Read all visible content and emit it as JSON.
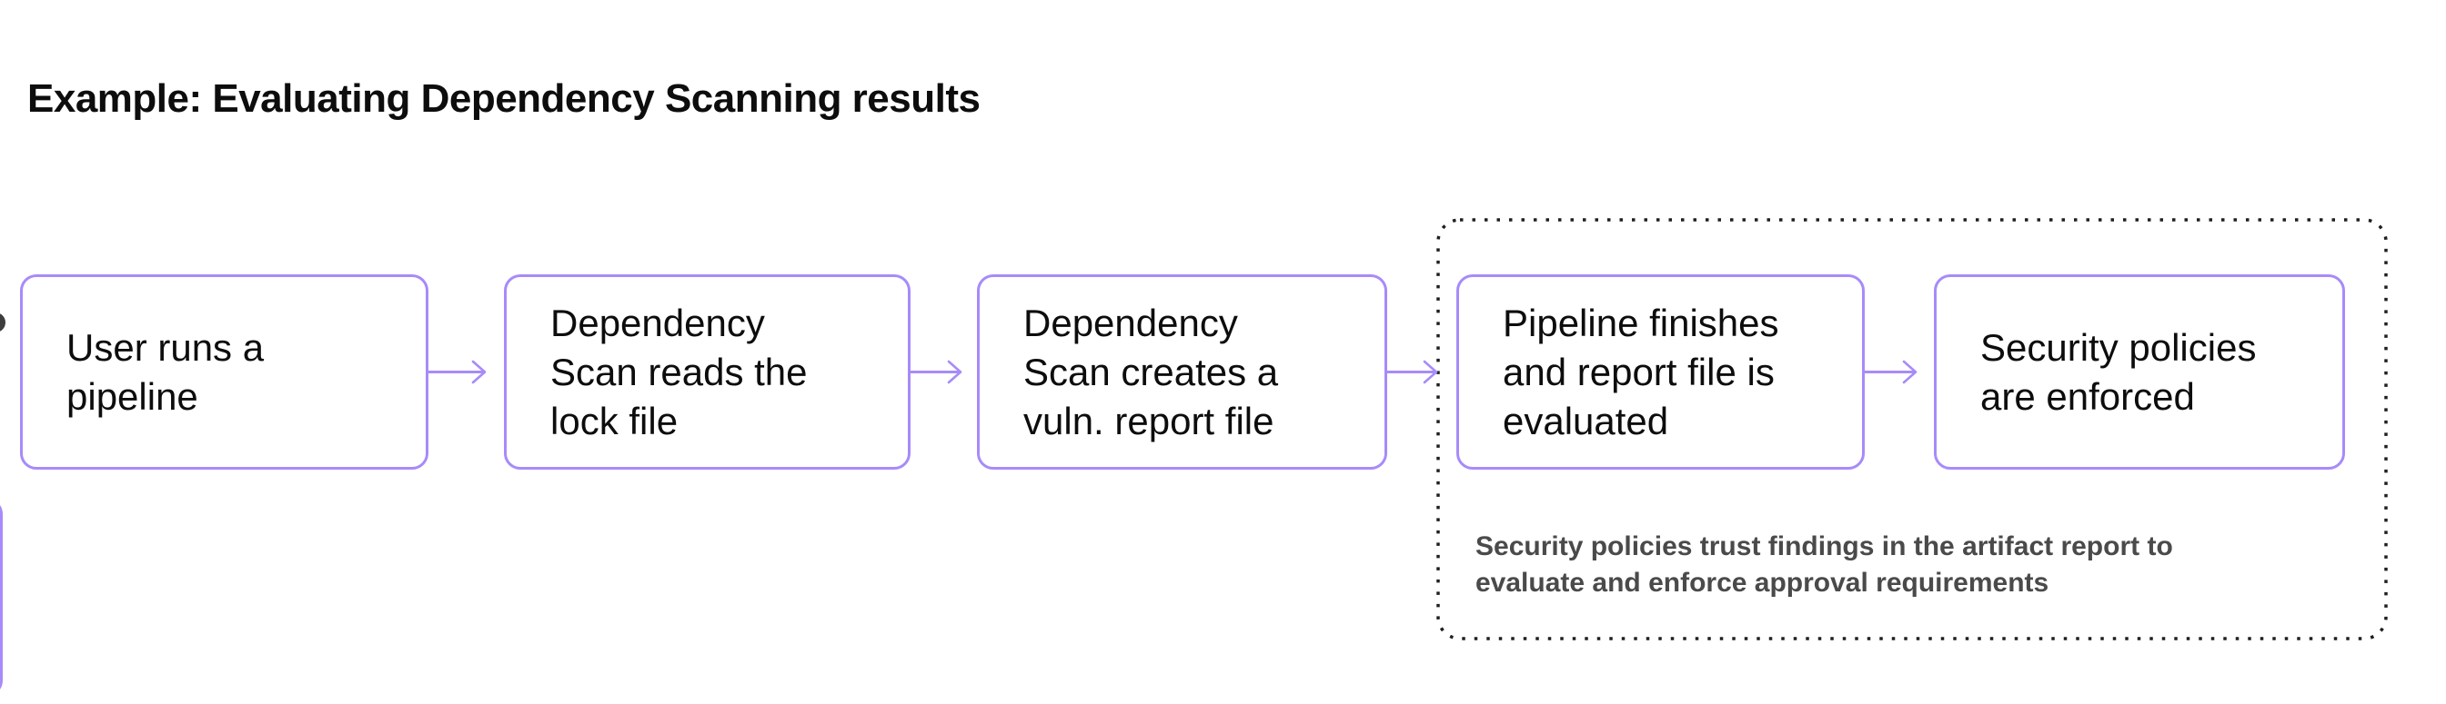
{
  "title": "Example: Evaluating Dependency Scanning results",
  "colors": {
    "background": "#ffffff",
    "accent": "#A78BFA",
    "text": "#0d0d0d",
    "caption": "#4a4a4a",
    "group_border": "#1f1f1f"
  },
  "flow": {
    "steps": [
      {
        "label": "User runs a\npipeline"
      },
      {
        "label": "Dependency\nScan reads the\nlock file"
      },
      {
        "label": "Dependency\nScan creates a\nvuln. report file"
      },
      {
        "label": "Pipeline finishes\nand report file is\nevaluated"
      },
      {
        "label": "Security policies\nare enforced"
      }
    ],
    "group": {
      "caption": "Security policies trust findings in the artifact report to\nevaluate and enforce approval requirements"
    }
  }
}
